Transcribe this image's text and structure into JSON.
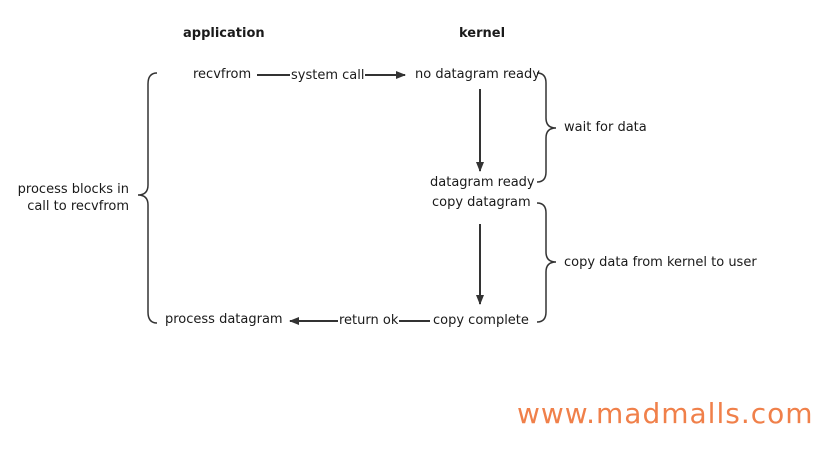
{
  "headers": {
    "application": "application",
    "kernel": "kernel"
  },
  "nodes": {
    "recvfrom": "recvfrom",
    "no_datagram_ready": "no datagram ready",
    "datagram_ready": "datagram ready",
    "copy_datagram": "copy datagram",
    "copy_complete": "copy complete",
    "process_datagram": "process datagram"
  },
  "edges": {
    "system_call": "system call",
    "return_ok": "return ok"
  },
  "braces": {
    "process_blocks_line1": "process blocks in",
    "process_blocks_line2": "call to recvfrom",
    "wait_for_data": "wait for data",
    "copy_data": "copy data from kernel to user"
  },
  "watermark": {
    "text": "www.madmalls.com",
    "color": "#f0804a"
  },
  "colors": {
    "line": "#333333",
    "text": "#1a1a1a"
  }
}
